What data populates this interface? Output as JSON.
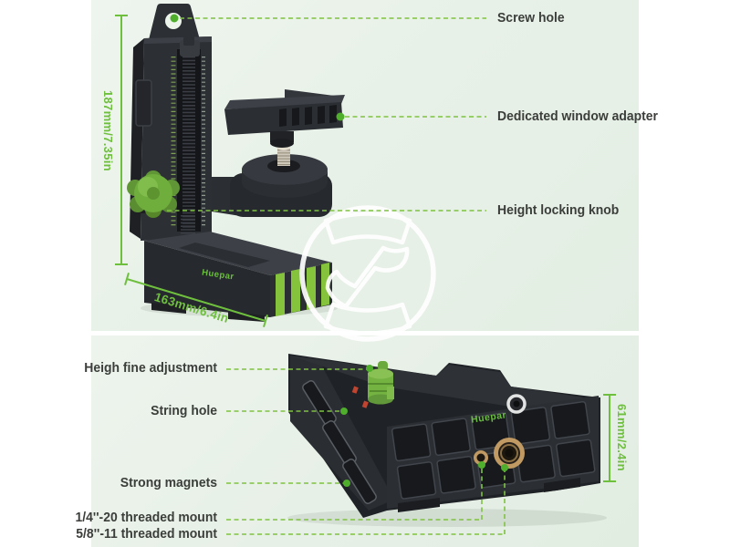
{
  "brand": {
    "logo": "Huepar"
  },
  "colors": {
    "panel_bg": "#e8f1e8",
    "accent_green": "#6fbf3f",
    "dash_green": "#7fc241",
    "dot_green": "#4fae2c",
    "label_text": "#3b3e3a",
    "device_black": "#26292d",
    "knob_green": "#6fae3d",
    "magnet_green": "#8dc63f",
    "brass": "#c09a62"
  },
  "top_panel": {
    "callouts": [
      {
        "id": "screw-hole",
        "label": "Screw hole"
      },
      {
        "id": "window-adapter",
        "label": "Dedicated window adapter"
      },
      {
        "id": "height-locking-knob",
        "label": "Height locking knob"
      }
    ],
    "dimensions": {
      "height": "187mm/7.35in",
      "width": "163mm/6.4in"
    }
  },
  "bottom_panel": {
    "callouts": [
      {
        "id": "height-fine-adjustment",
        "label": "Heigh fine adjustment"
      },
      {
        "id": "string-hole",
        "label": "String hole"
      },
      {
        "id": "strong-magnets",
        "label": "Strong magnets"
      },
      {
        "id": "quarter-inch-mount",
        "label": "1/4''-20 threaded mount"
      },
      {
        "id": "five-eighth-mount",
        "label": "5/8''-11 threaded mount"
      }
    ],
    "dimensions": {
      "height": "61mm/2.4in"
    }
  }
}
